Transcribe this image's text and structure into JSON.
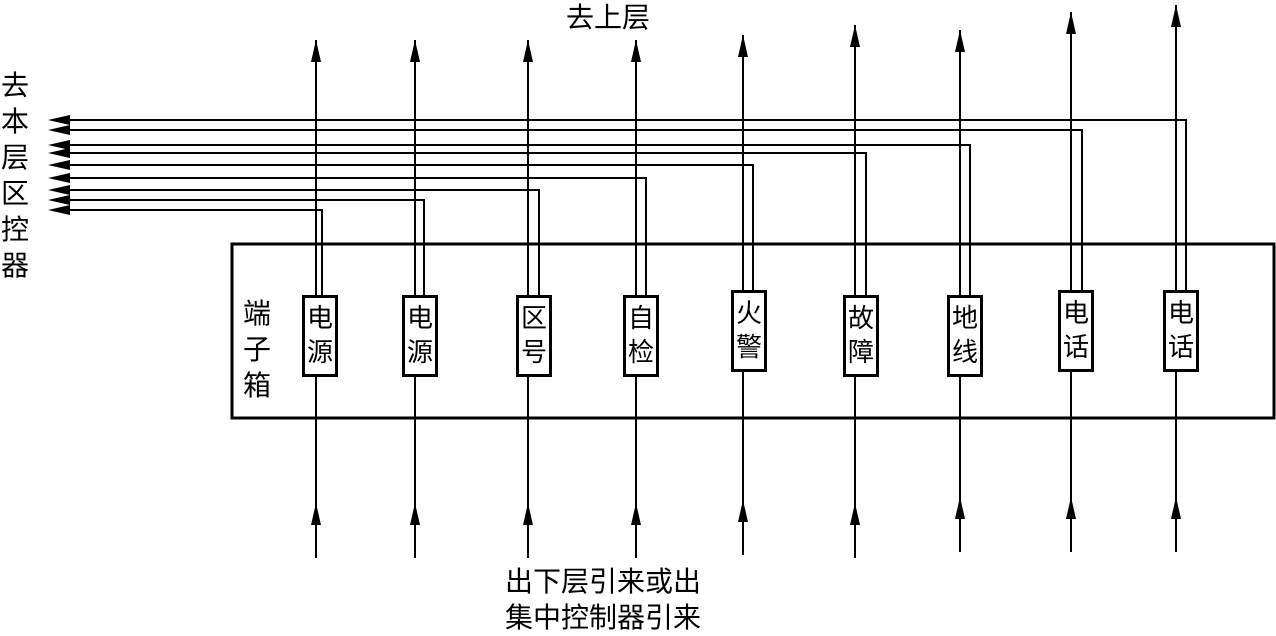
{
  "labels": {
    "to_upper_floor": "去上层",
    "to_floor_controller": "去本层区控器",
    "terminal_box": "端子箱",
    "from_below_line1": "出下层引来或出",
    "from_below_line2": "集中控制器引来"
  },
  "terminals": [
    "电源",
    "电源",
    "区号",
    "自检",
    "火警",
    "故障",
    "地线",
    "电话",
    "电话"
  ],
  "line_color": "#000000"
}
